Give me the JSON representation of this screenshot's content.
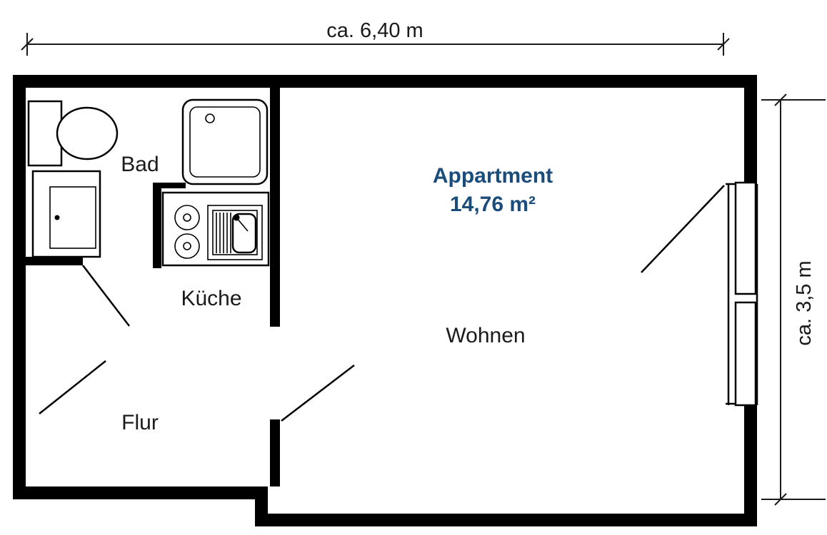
{
  "plan": {
    "title": "Appartment",
    "area": "14,76 m²",
    "rooms": {
      "bad": "Bad",
      "kueche": "Küche",
      "flur": "Flur",
      "wohnen": "Wohnen"
    },
    "dimensions": {
      "width": "ca. 6,40 m",
      "height": "ca. 3,5 m"
    },
    "colors": {
      "accent": "#1b4d7c",
      "line": "#1a1a1a"
    }
  }
}
